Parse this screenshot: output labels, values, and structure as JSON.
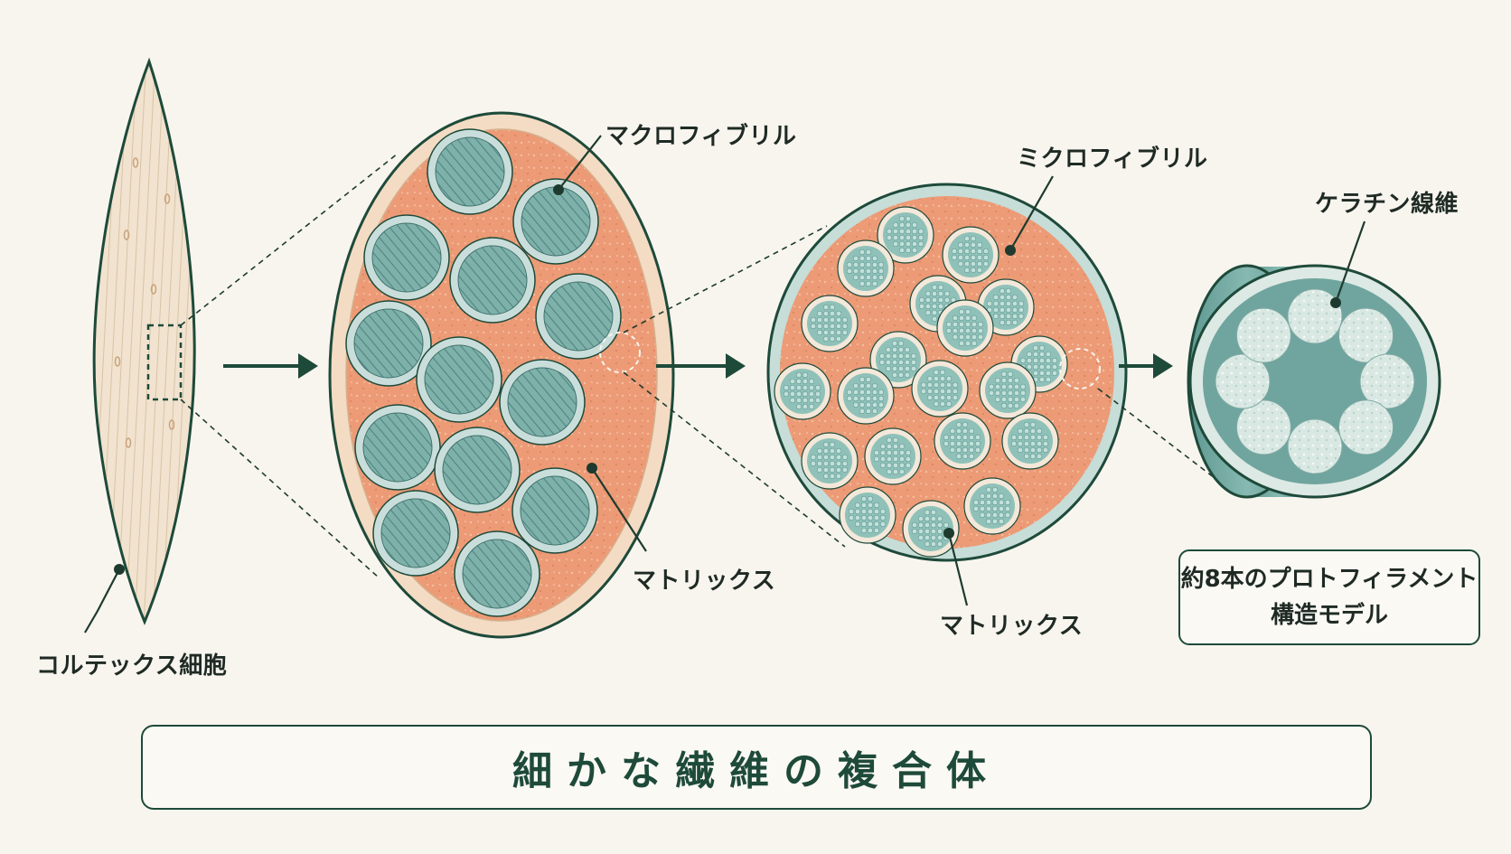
{
  "labels": {
    "cortex_cell": "コルテックス細胞",
    "macrofibril": "マクロフィブリル",
    "matrix_1": "マトリックス",
    "microfibril": "ミクロフィブリル",
    "matrix_2": "マトリックス",
    "keratin_fiber": "ケラチン線維"
  },
  "note": {
    "line1": "約8本のプロトフィラメント",
    "line2": "構造モデル"
  },
  "caption": "細かな繊維の複合体",
  "colors": {
    "background": "#f8f5ef",
    "outline": "#1e4a3a",
    "cell_fill": "#f1e3cf",
    "matrix": "#ec9b76",
    "fibril": "#7fb1ab",
    "fibril_ring": "#c9dedb",
    "rim": "#f3dcc3"
  }
}
